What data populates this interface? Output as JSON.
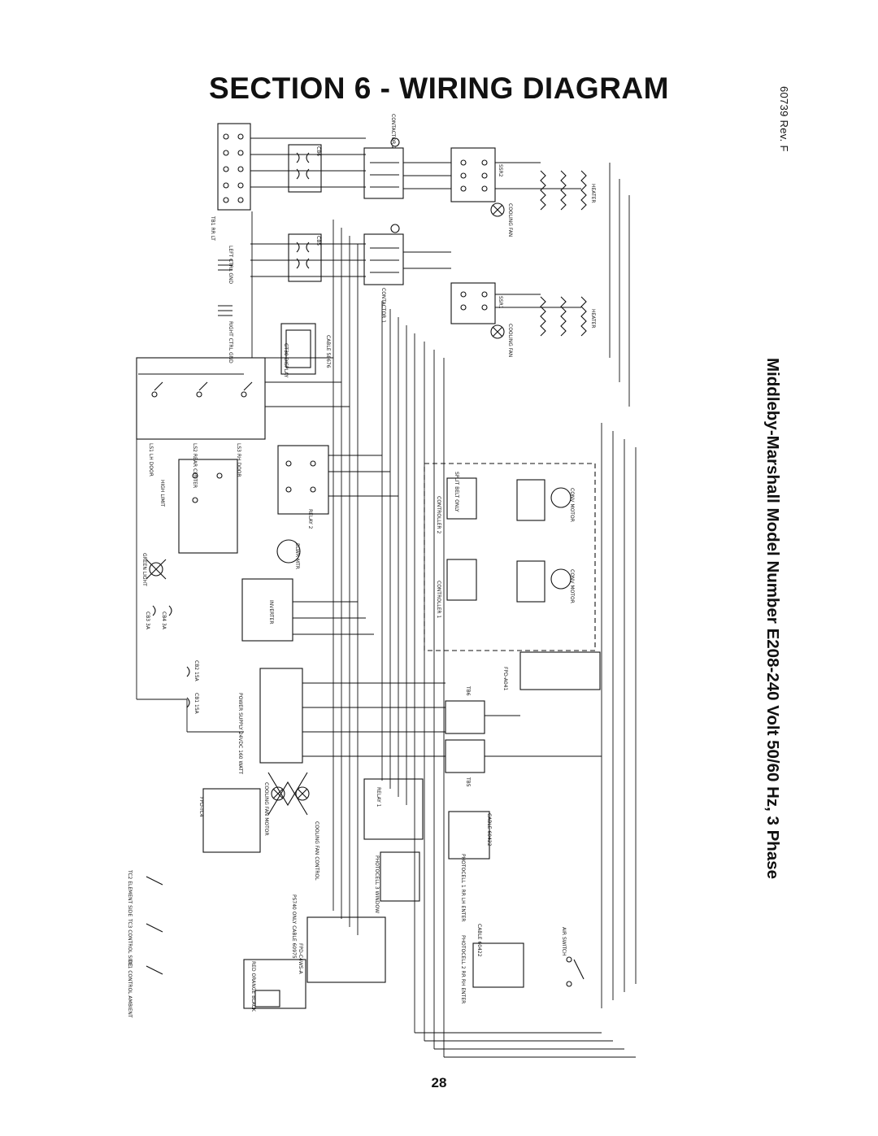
{
  "title": "SECTION 6 - WIRING DIAGRAM",
  "subtitle": "Middleby-Marshall Model Number E208-240 Volt 50/60 Hz, 3 Phase",
  "revision": "60739 Rev. F",
  "page_number": "28",
  "components": {
    "tb1": "TB1 RR LT",
    "contactor_1": "CONTACTOR 1",
    "contactor_2": "CONTACTOR 2",
    "cb5": "CB5",
    "cb6": "CB6",
    "ssr1": "SSR1",
    "ssr2": "SSR2",
    "cooling_fan_1": "COOLING FAN",
    "cooling_fan_2": "COOLING FAN",
    "heater_1": "HEATER",
    "heater_2": "HEATER",
    "left_ctrl_gnd": "LEFT CTRL GND",
    "right_ctrl_gnd": "RIGHT CTRL GND",
    "gt30_display": "GT30 DISPLAY",
    "display_cable": "CABLE 58676",
    "ls1": "LS1 LH DOOR",
    "ls2": "LS2 REAR CENTER",
    "ls3": "LS3 RH DOOR",
    "relay_2": "RELAY 2",
    "relay_1": "RELAY 1",
    "high_limit": "HIGH LIMIT",
    "blwr_mtr": "BLWR MTR",
    "inverter": "INVERTER",
    "green_light": "GREEN LIGHT",
    "cb3": "CB3 3A",
    "cb4": "CB4 3A",
    "cb2": "CB2 15A",
    "cb1": "CB1 15A",
    "power_supply": "POWER SUPPLY 24VDC 160 WATT",
    "controller_1": "CONTROLLER 1",
    "controller_2": "CONTROLLER 2",
    "split_belt": "SPLIT BELT ONLY",
    "conv_motor": "CONV MOTOR",
    "tb5": "TB5",
    "tb6": "TB6",
    "fpd_a041": "FPD-A041",
    "cooling_fan_motor": "COOLING FAN MOTOR",
    "cooling_fan_control": "COOLING FAN CONTROL",
    "fpd_tc4": "FPD-TC4",
    "photocell_3": "PHOTOCELL 3 WINDOW",
    "photocell_1": "PHOTOCELL 1 RR LH ENTER",
    "photocell_2": "PHOTOCELL 2 RR RH ENTER",
    "cable_1": "CABLE 60422",
    "cable_2": "CABLE 60422",
    "ps740": "PS740 ONLY CABLE 60975",
    "fpd_c4ws": "FPD-C4WS-A",
    "air_switch": "AIR SWITCH",
    "tc1": "TC1 CONTROL AMBIENT",
    "tc2": "TC2 ELEMENT SIDE",
    "tc3": "TC3 CONTROL SIDE",
    "red_orange_black": "RED ORANGE BLACK"
  }
}
